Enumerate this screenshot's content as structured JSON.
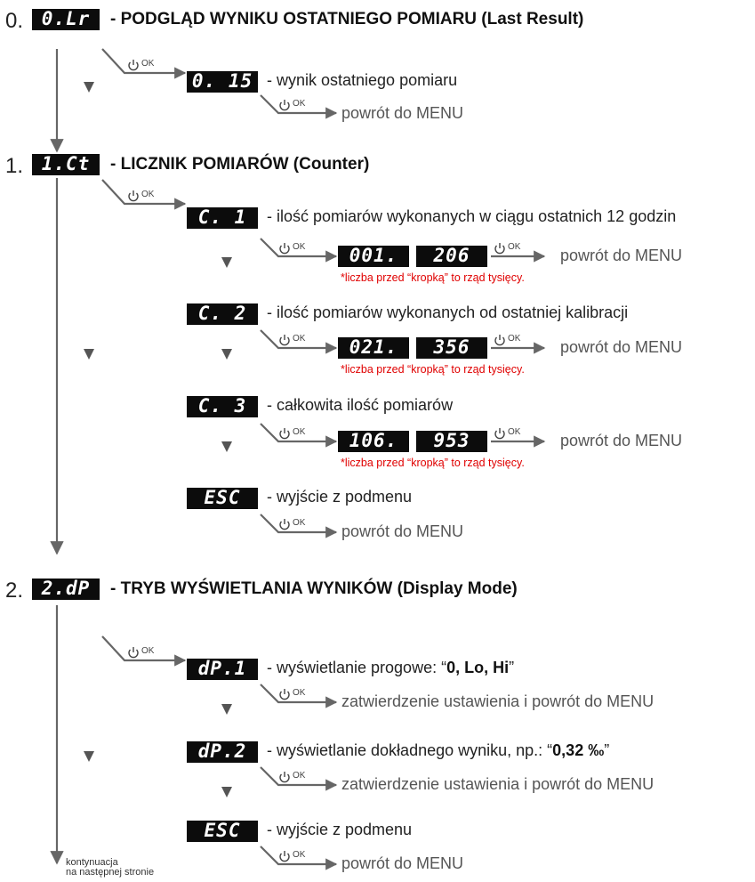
{
  "sections": [
    {
      "number": "0.",
      "lcd": "0.Lr",
      "title": "- PODGLĄD WYNIKU OSTATNIEGO POMIARU (Last Result)"
    },
    {
      "number": "1.",
      "lcd": "1.Ct",
      "title": "- LICZNIK POMIARÓW (Counter)"
    },
    {
      "number": "2.",
      "lcd": "2.dP",
      "title": "- TRYB WYŚWIETLANIA WYNIKÓW (Display Mode)"
    }
  ],
  "last_result": {
    "lcd": "0. 15",
    "desc": "- wynik ostatniego pomiaru",
    "return": "powrót do MENU"
  },
  "counter": {
    "c1": {
      "lcd": "C. 1",
      "desc": "- ilość pomiarów wykonanych w ciągu ostatnich 12 godzin",
      "val1": "001.",
      "val2": "206",
      "return": "powrót do MENU",
      "note": "*liczba przed “kropką”  to rząd tysięcy."
    },
    "c2": {
      "lcd": "C. 2",
      "desc": "- ilość pomiarów wykonanych od ostatniej kalibracji",
      "val1": "021.",
      "val2": "356",
      "return": "powrót do MENU",
      "note": "*liczba przed “kropką”  to rząd tysięcy."
    },
    "c3": {
      "lcd": "C. 3",
      "desc": "- całkowita ilość pomiarów",
      "val1": "106.",
      "val2": "953",
      "return": "powrót do MENU",
      "note": "*liczba przed “kropką”  to rząd tysięcy."
    },
    "esc": {
      "lcd": "ESC",
      "desc": "- wyjście z podmenu",
      "return": "powrót do MENU"
    }
  },
  "display_mode": {
    "dp1": {
      "lcd": "dP.1",
      "desc_prefix": "- wyświetlanie progowe:  “",
      "desc_value": "0, Lo, Hi",
      "desc_suffix": "”",
      "return": "zatwierdzenie ustawienia i powrót do MENU"
    },
    "dp2": {
      "lcd": "dP.2",
      "desc_prefix": "- wyświetlanie dokładnego wyniku, np.:  “",
      "desc_value": "0,32 ‰",
      "desc_suffix": "”",
      "return": "zatwierdzenie ustawienia i powrót do MENU"
    },
    "esc": {
      "lcd": "ESC",
      "desc": "- wyjście z podmenu",
      "return": "powrót do MENU"
    }
  },
  "ok_label": "OK",
  "continuation": {
    "line1": "kontynuacja",
    "line2": "na następnej stronie"
  },
  "colors": {
    "line": "#666666",
    "note": "#e00000",
    "lcd_bg": "#0c0c0c"
  }
}
